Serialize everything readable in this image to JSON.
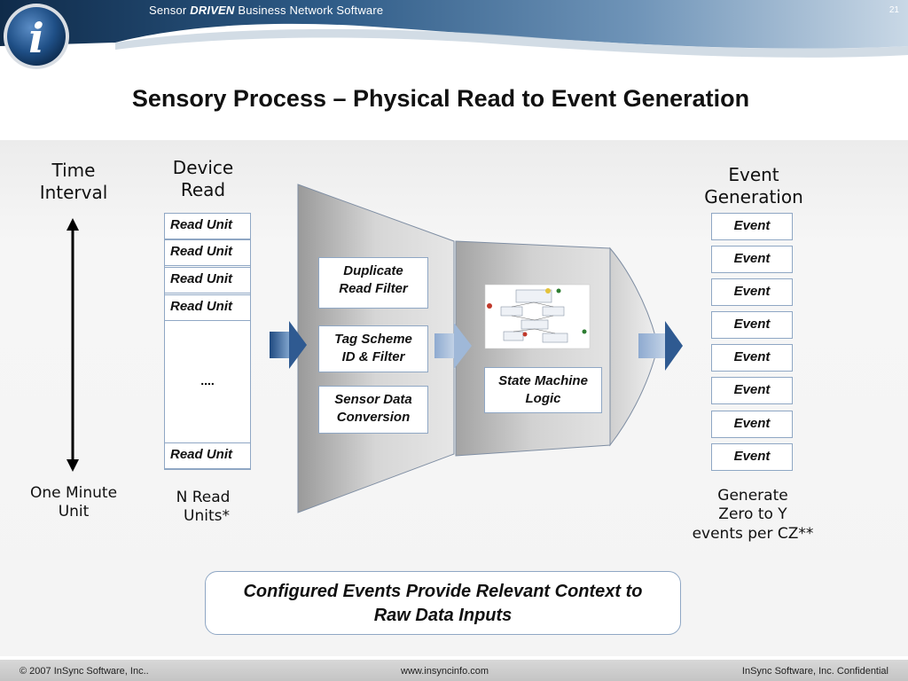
{
  "header": {
    "tagline_prefix": "Sensor",
    "tagline_emphasis": "DRIVEN",
    "tagline_suffix": "Business Network Software",
    "slide_number": "21",
    "logo_letter": "i"
  },
  "title": "Sensory Process – Physical Read to Event Generation",
  "columns": {
    "time": {
      "heading_line1": "Time",
      "heading_line2": "Interval",
      "footer_line1": "One Minute",
      "footer_line2": "Unit"
    },
    "device": {
      "heading_line1": "Device",
      "heading_line2": "Read",
      "footer_line1": "N Read",
      "footer_line2": "Units*"
    },
    "event": {
      "heading_line1": "Event",
      "heading_line2": "Generation",
      "footer_line1": "Generate",
      "footer_line2": "Zero to Y",
      "footer_line3": "events per CZ**"
    }
  },
  "read_units": [
    "Read Unit",
    "Read Unit",
    "Read Unit",
    "Read Unit"
  ],
  "read_unit_last": "Read Unit",
  "read_ellipsis": "....",
  "processing": {
    "duplicate_filter_line1": "Duplicate",
    "duplicate_filter_line2": "Read Filter",
    "tag_scheme_line1": "Tag Scheme",
    "tag_scheme_line2": "ID & Filter",
    "sensor_conversion_line1": "Sensor Data",
    "sensor_conversion_line2": "Conversion",
    "state_machine_line1": "State Machine",
    "state_machine_line2": "Logic"
  },
  "events": [
    "Event",
    "Event",
    "Event",
    "Event",
    "Event",
    "Event",
    "Event",
    "Event"
  ],
  "callout": {
    "line1": "Configured Events Provide Relevant Context to",
    "line2": "Raw Data Inputs"
  },
  "footer": {
    "copyright": "© 2007 InSync Software, Inc..",
    "website": "www.insyncinfo.com",
    "confidential": "InSync Software, Inc. Confidential"
  },
  "colors": {
    "funnel_gray": "#b9b9b9",
    "box_border": "#8fa7c4",
    "arrow_blue": "#2f5a91",
    "header_dark": "#1e3f63"
  }
}
